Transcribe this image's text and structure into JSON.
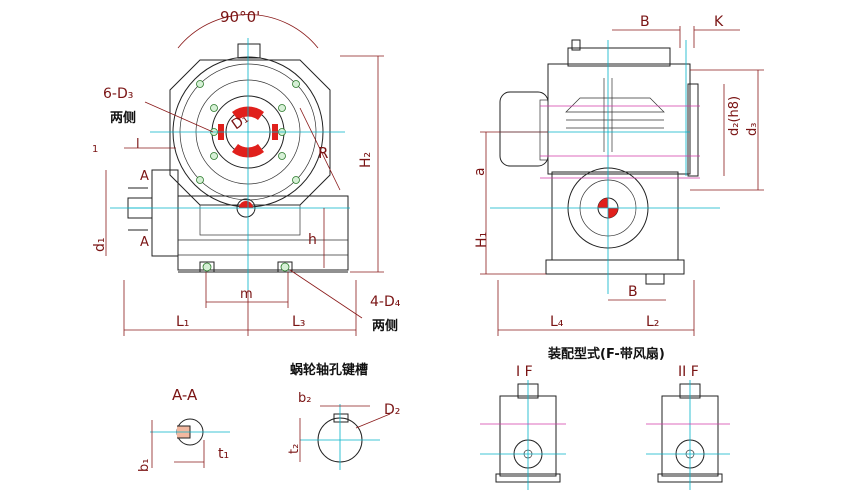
{
  "colors": {
    "outline": "#222222",
    "dimension": "#8a1a1a",
    "centerline": "#00b3c8",
    "highlight": "#e0201c",
    "magenta": "#d03aa8"
  },
  "labels": {
    "angle": "90°0'",
    "d3_note": "6-D₃",
    "d3_note_sub": "两侧",
    "d4_note": "4-D₄",
    "d4_note_sub": "两侧",
    "D1": "D₁",
    "R": "R",
    "H2": "H₂",
    "A_top": "A",
    "A_bottom": "A",
    "d1": "d₁",
    "h": "h",
    "m": "m",
    "L1": "L₁",
    "L3": "L₃",
    "l": "l",
    "l_small": "1",
    "B_top": "B",
    "K": "K",
    "d2": "d₂(h8)",
    "d3": "d₃",
    "a": "a",
    "H1": "H₁",
    "B_bottom": "B",
    "L4": "L₄",
    "L2": "L₂",
    "assembly_title": "装配型式(F-带风扇)",
    "keyway_title": "蜗轮轴孔键槽",
    "section_AA": "A-A",
    "b2": "b₂",
    "D2": "D₂",
    "t2": "t₂",
    "b1": "b₁",
    "t1": "t₁",
    "IF": "I F",
    "IIF": "II F"
  }
}
